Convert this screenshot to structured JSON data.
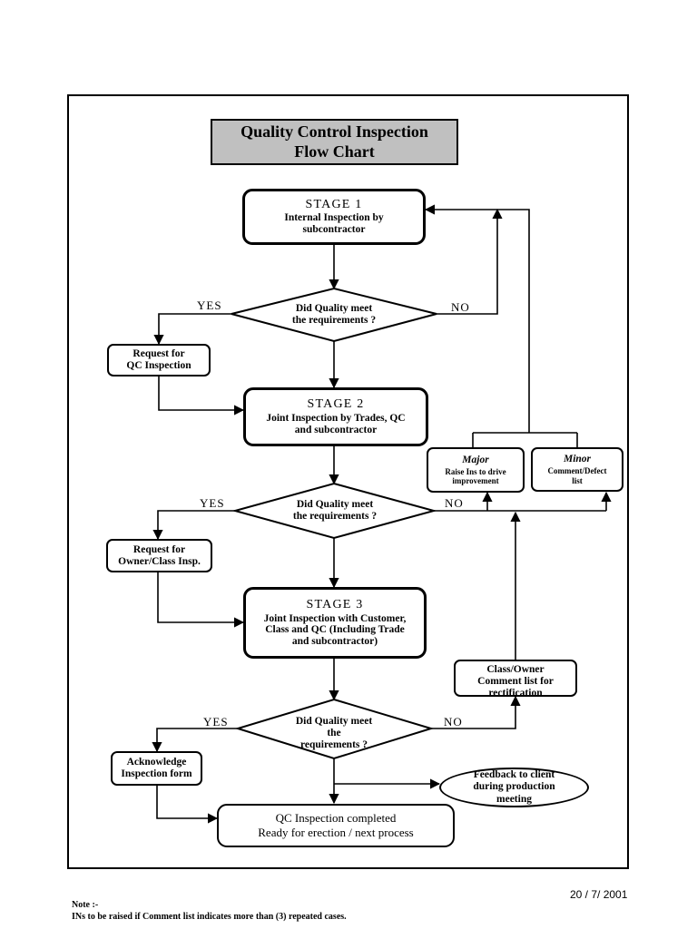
{
  "title": {
    "line1": "Quality Control Inspection",
    "line2": "Flow Chart"
  },
  "stage1": {
    "heading": "STAGE 1",
    "line1": "Internal Inspection by",
    "line2": "subcontractor"
  },
  "stage2": {
    "heading": "STAGE 2",
    "line1": "Joint Inspection by Trades, QC",
    "line2": "and subcontractor"
  },
  "stage3": {
    "heading": "STAGE 3",
    "line1": "Joint Inspection with Customer,",
    "line2": "Class and QC (Including Trade",
    "line3": "and subcontractor)"
  },
  "decision1": {
    "line1": "Did Quality meet",
    "line2": "the requirements ?"
  },
  "decision2": {
    "line1": "Did Quality meet",
    "line2": "the requirements ?"
  },
  "decision3": {
    "line1": "Did Quality meet",
    "line2": "the",
    "line3": "requirements ?"
  },
  "labels": {
    "yes": "YES",
    "no": "NO"
  },
  "request_qc": {
    "line1": "Request for",
    "line2": "QC Inspection"
  },
  "request_owner": {
    "line1": "Request for",
    "line2": "Owner/Class Insp."
  },
  "acknowledge": {
    "line1": "Acknowledge",
    "line2": "Inspection form"
  },
  "major": {
    "heading": "Major",
    "line1": "Raise Ins to drive",
    "line2": "improvement"
  },
  "minor": {
    "heading": "Minor",
    "line1": "Comment/Defect",
    "line2": "list"
  },
  "class_owner": {
    "line1": "Class/Owner",
    "line2": "Comment list for",
    "line3": "rectification"
  },
  "feedback": {
    "line1": "Feedback to client",
    "line2": "during production",
    "line3": "meeting"
  },
  "final": {
    "line1": "QC Inspection completed",
    "line2": "Ready for erection / next process"
  },
  "date": "20 / 7/ 2001",
  "note": {
    "heading": "Note :-",
    "text": "INs to be raised if Comment list  indicates more than (3) repeated cases."
  }
}
